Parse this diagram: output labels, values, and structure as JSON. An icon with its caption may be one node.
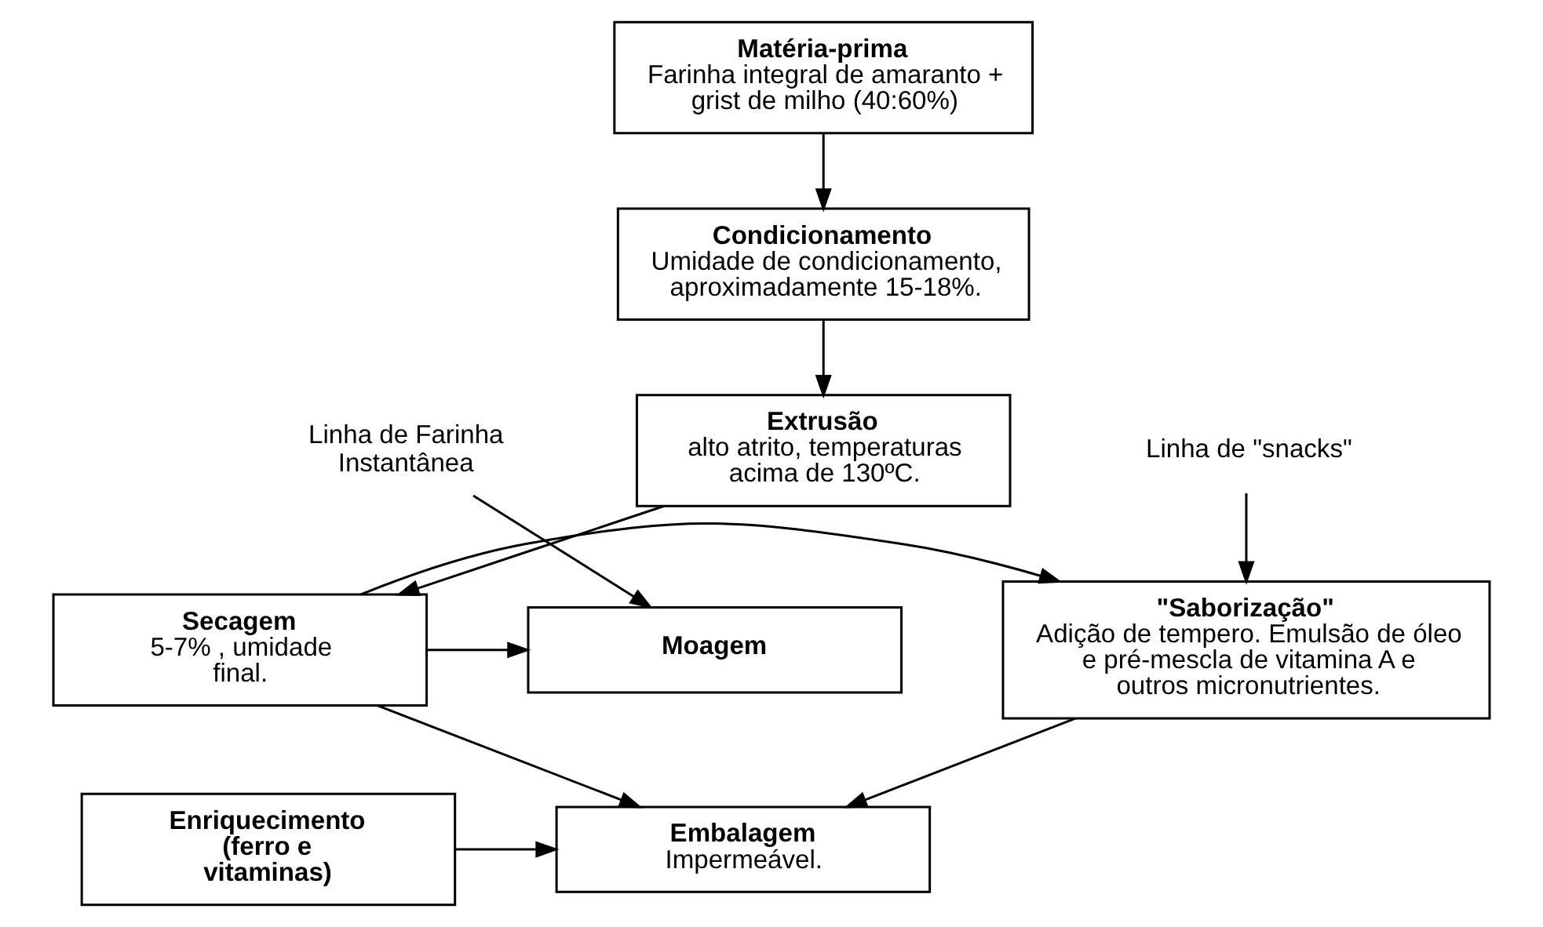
{
  "diagram": {
    "nodes": [
      {
        "text": [
          "Matéria-prima",
          "Farinha integral de amaranto + grist de milho (40:60%)"
        ]
      },
      {
        "text": [
          "Condicionamento",
          "Umidade de condicionamento, aproximadamente 15-18%."
        ]
      },
      {
        "text": [
          "Extrusão",
          "alto atrito, temperaturas acima de 130ºC."
        ]
      },
      {
        "text": [
          "Linha de Farinha Instantânea"
        ]
      },
      {
        "text": [
          "Moagem"
        ]
      },
      {
        "text": [
          "Secagem",
          "5-7% , umidade final."
        ]
      },
      {
        "text": [
          "Linha de \"snacks\""
        ]
      },
      {
        "text": [
          "\"Saborização\"",
          "Adição de tempero. Emulsão de óleo e pré-mescla de vitamina A e outros micronutrientes."
        ]
      },
      {
        "text": [
          "Enriquecimento (ferro e vitaminas)"
        ]
      },
      {
        "text": [
          "Embalagem",
          "Impermeável."
        ]
      }
    ],
    "edges": [
      {
        "from": 0,
        "to": 1,
        "arrow": "to"
      },
      {
        "from": 1,
        "to": 2,
        "arrow": "to"
      },
      {
        "from": 2,
        "to": 5,
        "arrow": "to"
      },
      {
        "from": 3,
        "to": 4,
        "arrow": "to"
      },
      {
        "from": 5,
        "to": 4,
        "arrow": "to"
      },
      {
        "from": 5,
        "to": 7,
        "arrow": "to"
      },
      {
        "from": 6,
        "to": 7,
        "arrow": "to"
      },
      {
        "from": 5,
        "to": 9,
        "arrow": "to"
      },
      {
        "from": 8,
        "to": 9,
        "arrow": "to"
      },
      {
        "from": 7,
        "to": 9,
        "arrow": "to"
      }
    ]
  }
}
